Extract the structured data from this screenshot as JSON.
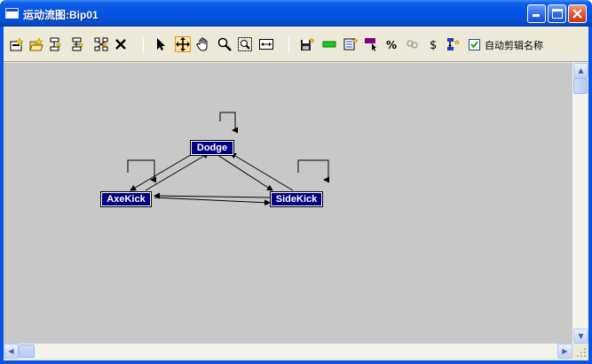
{
  "window": {
    "title": "运动流图:Bip01",
    "buttons": [
      "minimize",
      "maximize",
      "close"
    ]
  },
  "toolbar": {
    "tools": [
      {
        "icon": "new-transition-icon",
        "active": false
      },
      {
        "icon": "open-file-icon",
        "active": false
      },
      {
        "icon": "tree-align-icon",
        "active": false
      },
      {
        "icon": "tree-align-2-icon",
        "active": false
      },
      {
        "icon": "tree-expand-icon",
        "active": false
      },
      {
        "icon": "delete-icon",
        "active": false
      },
      {
        "icon": "select-arrow-icon",
        "active": false
      },
      {
        "icon": "move-icon",
        "active": true
      },
      {
        "icon": "pan-hand-icon",
        "active": false
      },
      {
        "icon": "zoom-icon",
        "active": false
      },
      {
        "icon": "zoom-region-icon",
        "active": false
      },
      {
        "icon": "zoom-extents-icon",
        "active": false
      },
      {
        "icon": "save-script-icon",
        "active": false
      },
      {
        "icon": "green-clip-icon",
        "active": false
      },
      {
        "icon": "load-script-icon",
        "active": false
      },
      {
        "icon": "select-clip-icon",
        "active": false
      },
      {
        "icon": "percent-icon",
        "active": false
      },
      {
        "icon": "random-icon",
        "active": false
      },
      {
        "icon": "dollar-icon",
        "active": false
      },
      {
        "icon": "script-transition-icon",
        "active": false
      }
    ],
    "auto_clip_names_label": "自动剪辑名称",
    "auto_clip_names_checked": true
  },
  "graph": {
    "nodes": [
      {
        "id": "dodge",
        "label": "Dodge"
      },
      {
        "id": "axekick",
        "label": "AxeKick"
      },
      {
        "id": "sidekick",
        "label": "SideKick"
      }
    ]
  },
  "colors": {
    "titlebar": "#0554e3",
    "node_fill": "#000080",
    "canvas": "#c8c8c8",
    "chrome": "#ece9d8"
  }
}
